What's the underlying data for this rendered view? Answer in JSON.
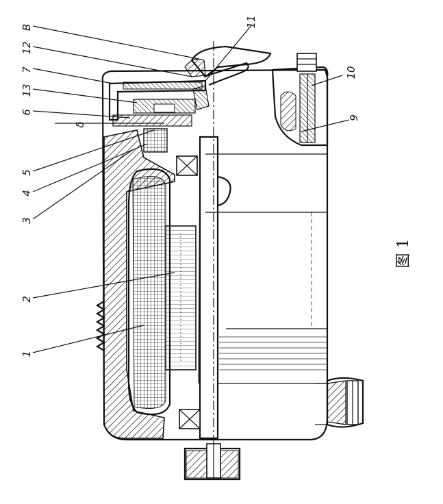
{
  "labels": [
    "B",
    "12",
    "7",
    "13",
    "6",
    "δ",
    "5",
    "4",
    "3",
    "2",
    "1",
    "11",
    "10",
    "9"
  ],
  "figure_caption": "图 1",
  "colors": {
    "ink": "#111111",
    "paper": "#ffffff"
  }
}
